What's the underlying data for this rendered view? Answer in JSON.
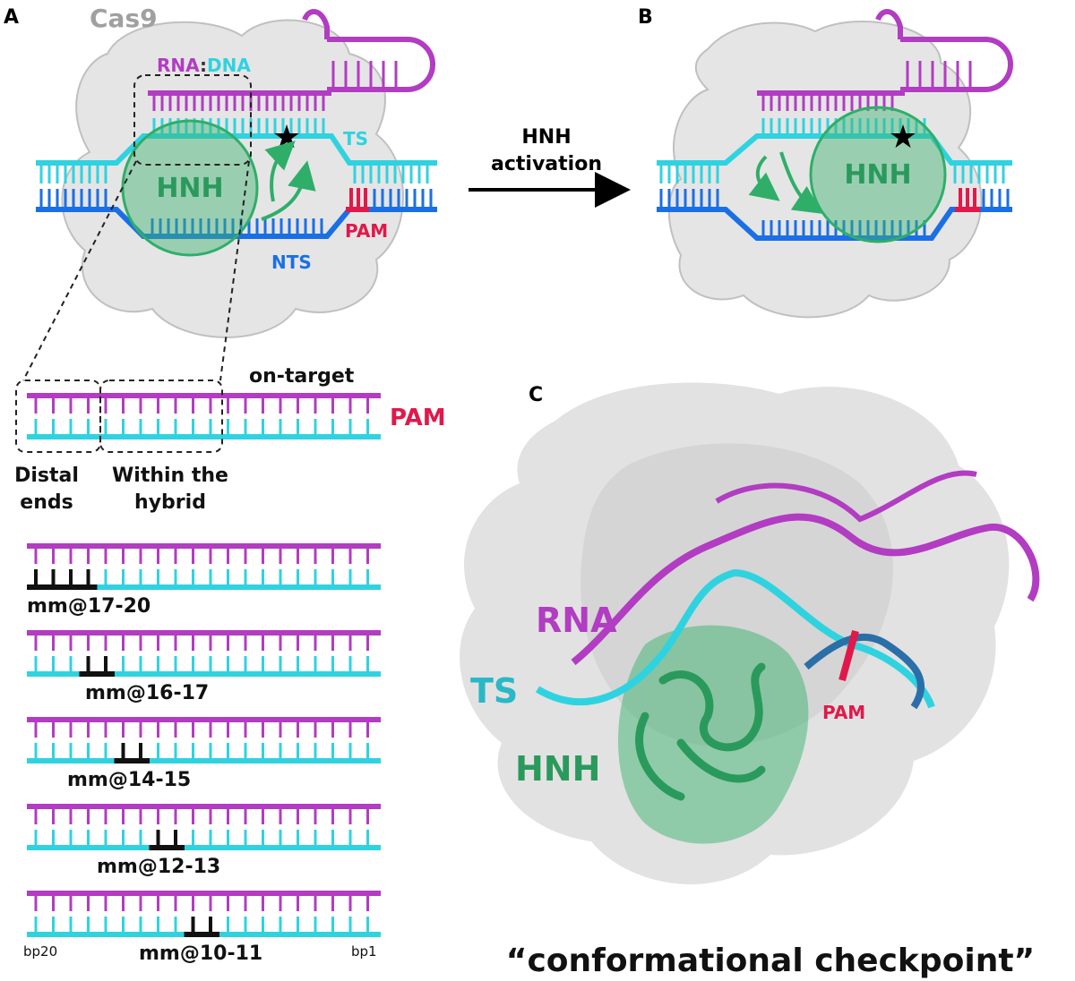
{
  "colors": {
    "rna": "#b23cc2",
    "ts": "#2fd3e0",
    "nts": "#1a6fe6",
    "pam": "#e0194a",
    "hnh": "#3cb46e",
    "cas9": "#e2e2e2",
    "text_dark": "#111111"
  },
  "panel_a": {
    "letter": "A",
    "cas9_label": "Cas9",
    "rna_label": "RNA",
    "colon": ":",
    "dna_label": "DNA",
    "ts_label": "TS",
    "hnh_label": "HNH",
    "pam_label": "PAM",
    "nts_label": "NTS"
  },
  "arrow": {
    "line1": "HNH",
    "line2": "activation"
  },
  "panel_b": {
    "letter": "B",
    "hnh_label": "HNH"
  },
  "hybrid": {
    "on_target": "on-target",
    "pam_label": "PAM",
    "distal_line1": "Distal",
    "distal_line2": "ends",
    "within_line1": "Within the",
    "within_line2": "hybrid"
  },
  "mismatches": [
    {
      "label": "mm@17-20"
    },
    {
      "label": "mm@16-17"
    },
    {
      "label": "mm@14-15"
    },
    {
      "label": "mm@12-13"
    },
    {
      "label": "mm@10-11"
    }
  ],
  "bp_left": "bp20",
  "bp_right": "bp1",
  "panel_c": {
    "letter": "C",
    "rna_label": "RNA",
    "ts_label": "TS",
    "pam_label": "PAM",
    "hnh_label": "HNH",
    "caption": "“conformational checkpoint”"
  }
}
